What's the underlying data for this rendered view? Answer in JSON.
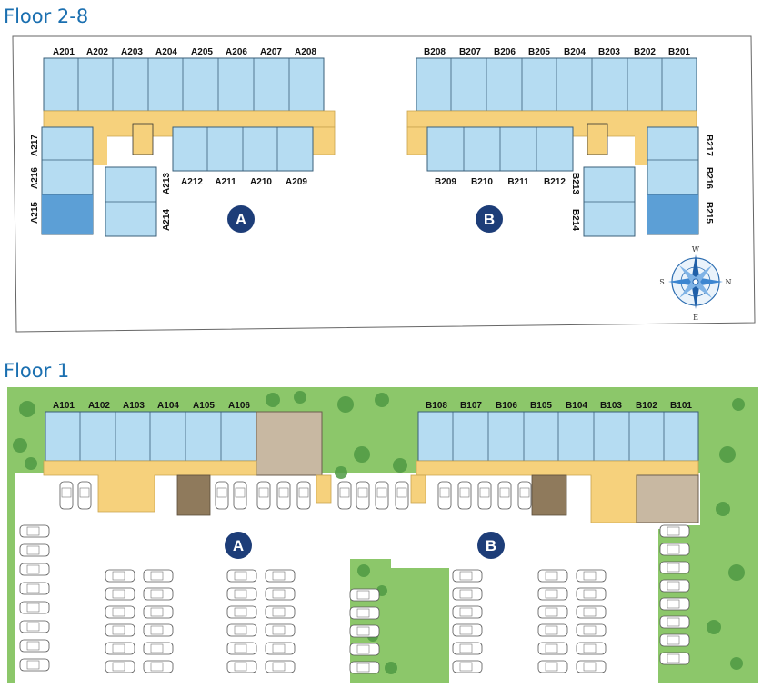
{
  "floor_upper": {
    "title": "Floor 2-8",
    "block_a": {
      "badge": "A",
      "top_row": [
        "A201",
        "A202",
        "A203",
        "A204",
        "A205",
        "A206",
        "A207",
        "A208"
      ],
      "bottom_row": [
        "A212",
        "A211",
        "A210",
        "A209"
      ],
      "left_col": [
        "A217",
        "A216",
        "A215"
      ],
      "wing": [
        "A213",
        "A214"
      ]
    },
    "block_b": {
      "badge": "B",
      "top_row": [
        "B208",
        "B207",
        "B206",
        "B205",
        "B204",
        "B203",
        "B202",
        "B201"
      ],
      "bottom_row": [
        "B209",
        "B210",
        "B211",
        "B212"
      ],
      "right_col": [
        "B217",
        "B216",
        "B215"
      ],
      "wing": [
        "B213",
        "B214"
      ]
    },
    "compass": {
      "n": "N",
      "e": "E",
      "s": "S",
      "w": "W",
      "icon": "compass-rose-icon"
    }
  },
  "floor_ground": {
    "title": "Floor 1",
    "block_a": {
      "badge": "A",
      "units": [
        "A101",
        "A102",
        "A103",
        "A104",
        "A105",
        "A106"
      ]
    },
    "block_b": {
      "badge": "B",
      "units": [
        "B108",
        "B107",
        "B106",
        "B105",
        "B104",
        "B103",
        "B102",
        "B101"
      ]
    }
  },
  "colors": {
    "unit": "#b5dcf2",
    "unit_dark": "#5c9fd6",
    "corridor": "#f6d17c",
    "lobby": "#c8b8a2",
    "dark_room": "#8f7a5c",
    "grass": "#8cc76a",
    "badge": "#1d3d78",
    "title": "#1a6fb0"
  }
}
